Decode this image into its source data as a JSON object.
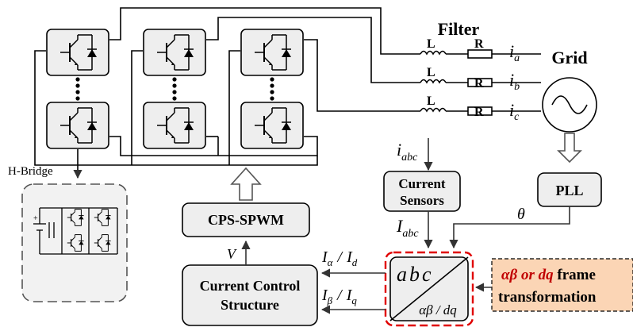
{
  "title": "Filter",
  "grid": {
    "label": "Grid"
  },
  "filter": {
    "inductor": "L",
    "resistor": "R"
  },
  "phase_currents": [
    {
      "sym": "i",
      "sub": "a"
    },
    {
      "sym": "i",
      "sub": "b"
    },
    {
      "sym": "i",
      "sub": "c"
    }
  ],
  "h_bridge": {
    "label": "H-Bridge"
  },
  "current_sensors": {
    "line1": "Current",
    "line2": "Sensors"
  },
  "pll": {
    "label": "PLL"
  },
  "theta": "θ",
  "i_abc": {
    "sym": "i",
    "sub": "abc"
  },
  "I_abc": {
    "sym": "I",
    "sub": "abc"
  },
  "cps_spwm": {
    "label": "CPS-SPWM"
  },
  "v_label": "V",
  "current_control": {
    "line1": "Current Control",
    "line2": "Structure"
  },
  "i_alpha_d": {
    "s1": "I",
    "g1": "α",
    "slash": "/",
    "s2": "I",
    "g2": "d"
  },
  "i_beta_q": {
    "s1": "I",
    "g1": "β",
    "slash": "/",
    "s2": "I",
    "g2": "q"
  },
  "transform_block": {
    "top": "abc",
    "bottom": "αβ / dq"
  },
  "callout": {
    "line1_italic": "αβ or dq",
    "line1_rest": " frame",
    "line2": "transformation",
    "fill": "#fbd5b5"
  },
  "colors": {
    "line": "#000000",
    "dash_red": "#e00000",
    "module_fill": "#eeeeee",
    "hbridge_fill": "#f2f2f2",
    "block_fill": "#eeeeee"
  }
}
